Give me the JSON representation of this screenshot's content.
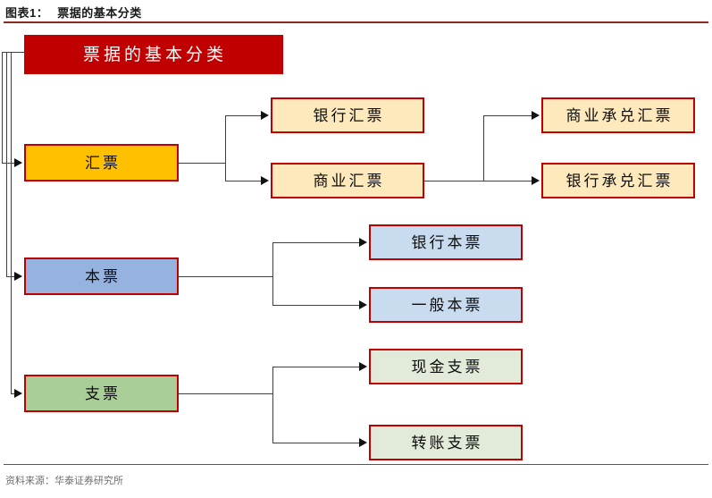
{
  "header": {
    "figure_number": "图表1：",
    "figure_title": "票据的基本分类"
  },
  "footer": {
    "source": "资料来源：华泰证券研究所"
  },
  "diagram": {
    "root": {
      "label": "票据的基本分类"
    },
    "branches": [
      {
        "label": "汇票",
        "children": [
          {
            "label": "银行汇票",
            "children": []
          },
          {
            "label": "商业汇票",
            "children": [
              {
                "label": "商业承兑汇票"
              },
              {
                "label": "银行承兑汇票"
              }
            ]
          }
        ]
      },
      {
        "label": "本票",
        "children": [
          {
            "label": "银行本票",
            "children": []
          },
          {
            "label": "一般本票",
            "children": []
          }
        ]
      },
      {
        "label": "支票",
        "children": [
          {
            "label": "现金支票",
            "children": []
          },
          {
            "label": "转账支票",
            "children": []
          }
        ]
      }
    ]
  },
  "colors": {
    "accent_red": "#c00000",
    "title_rule": "#8c2a21",
    "amber_fill": "#ffc000",
    "amber_light": "#fde9bb",
    "blue_fill": "#95b3de",
    "blue_light": "#c9dbef",
    "green_fill": "#a9ce97",
    "green_light": "#e2ebd9",
    "line": "#404040"
  }
}
